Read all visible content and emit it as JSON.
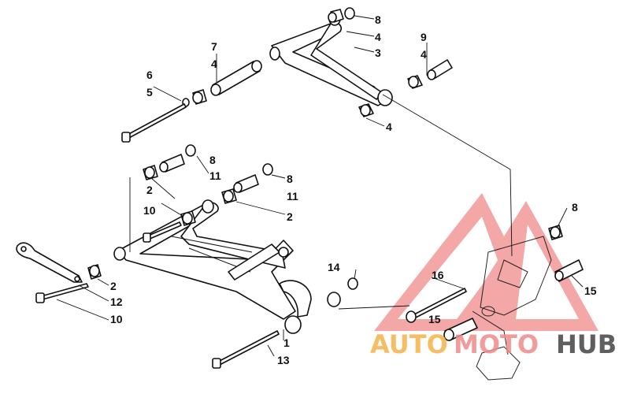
{
  "diagram": {
    "callouts": [
      "8",
      "4",
      "3",
      "9",
      "4",
      "7",
      "4",
      "6",
      "5",
      "4",
      "8",
      "11",
      "8",
      "11",
      "2",
      "10",
      "2",
      "8",
      "14",
      "16",
      "15",
      "2",
      "12",
      "10",
      "15",
      "1",
      "13"
    ]
  },
  "watermark": {
    "brand_part1": "AUTO",
    "brand_part2": "MOTO",
    "brand_part3": "HUB",
    "colors": {
      "triangle": "#f08a8a",
      "auto": "#f4b34b",
      "moto": "#f08a8a",
      "hub": "#444444"
    }
  }
}
